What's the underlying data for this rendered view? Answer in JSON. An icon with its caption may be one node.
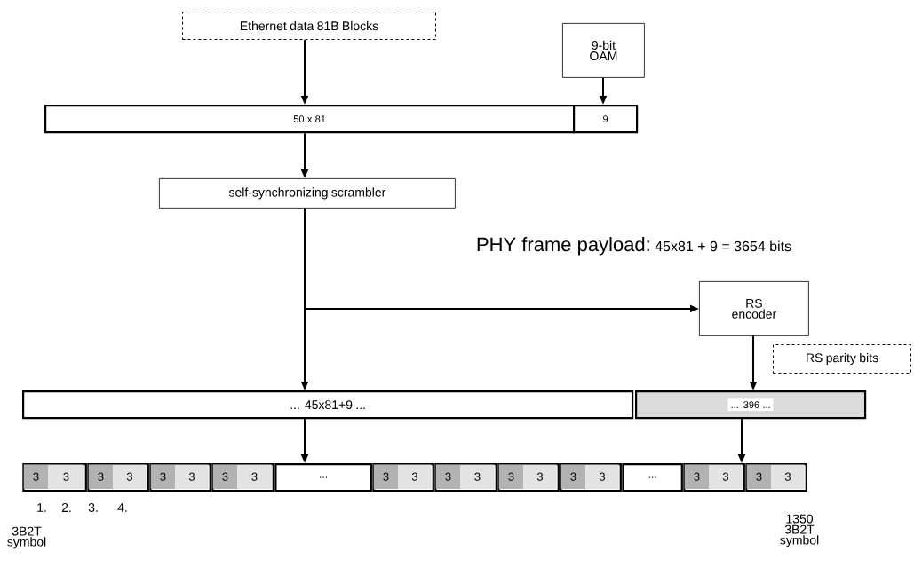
{
  "diagram": {
    "nodes": [
      {
        "text": [
          "Ethernet data 81B Blocks"
        ]
      },
      {
        "text": [
          "9-bit OAM"
        ]
      },
      {
        "text": [
          "50 x 81"
        ]
      },
      {
        "text": [
          "9"
        ]
      },
      {
        "text": [
          "self-synchronizing scrambler"
        ]
      },
      {
        "text": [
          "RS encoder"
        ]
      },
      {
        "text": [
          "RS parity bits"
        ]
      },
      {
        "text": [
          "... 45x81+9 ..."
        ]
      },
      {
        "text": [
          "... 396 ..."
        ]
      },
      {
        "text": [],
        "shape": "box"
      },
      {
        "text": [
          "3"
        ],
        "in": 9
      },
      {
        "text": [
          "3"
        ],
        "in": 9
      },
      {
        "text": [],
        "shape": "box"
      },
      {
        "text": [
          "3"
        ],
        "in": 12
      },
      {
        "text": [
          "3"
        ],
        "in": 12
      },
      {
        "text": [],
        "shape": "box"
      },
      {
        "text": [
          "3"
        ],
        "in": 15
      },
      {
        "text": [
          "3"
        ],
        "in": 15
      },
      {
        "text": [],
        "shape": "box"
      },
      {
        "text": [
          "3"
        ],
        "in": 18
      },
      {
        "text": [
          "3"
        ],
        "in": 18
      },
      {
        "text": [
          "..."
        ]
      },
      {
        "text": [],
        "shape": "box"
      },
      {
        "text": [
          "3"
        ],
        "in": 22
      },
      {
        "text": [
          "3"
        ],
        "in": 22
      },
      {
        "text": [],
        "shape": "box"
      },
      {
        "text": [
          "3"
        ],
        "in": 25
      },
      {
        "text": [
          "3"
        ],
        "in": 25
      },
      {
        "text": [],
        "shape": "box"
      },
      {
        "text": [
          "3"
        ],
        "in": 28
      },
      {
        "text": [
          "3"
        ],
        "in": 28
      },
      {
        "text": [],
        "shape": "box"
      },
      {
        "text": [
          "3"
        ],
        "in": 31
      },
      {
        "text": [
          "3"
        ],
        "in": 31
      },
      {
        "text": [
          "..."
        ]
      },
      {
        "text": [],
        "shape": "box"
      },
      {
        "text": [
          "3"
        ],
        "in": 35
      },
      {
        "text": [
          "3"
        ],
        "in": 35
      },
      {
        "text": [],
        "shape": "box"
      },
      {
        "text": [
          "3"
        ],
        "in": 38
      },
      {
        "text": [
          "3"
        ],
        "in": 38
      }
    ],
    "edges": [
      {
        "from": 0,
        "to": 2,
        "arrow": "to"
      },
      {
        "from": 1,
        "to": 3,
        "arrow": "to"
      },
      {
        "from": 2,
        "to": 4,
        "arrow": "to"
      },
      {
        "from": 4,
        "to": 7,
        "arrow": "to"
      },
      {
        "from": 4,
        "to": 5,
        "arrow": "to"
      },
      {
        "from": 5,
        "to": 8,
        "arrow": "to"
      },
      {
        "from": 7,
        "to": 21,
        "arrow": "to"
      },
      {
        "from": 8,
        "to": 35,
        "arrow": "to"
      }
    ],
    "labels": [
      "PHY frame payload:",
      "45x81 + 9 = 3654 bits",
      "1.",
      "2.",
      "3.",
      "4.",
      "3B2T symbol",
      "1350 3B2T symbol"
    ]
  }
}
